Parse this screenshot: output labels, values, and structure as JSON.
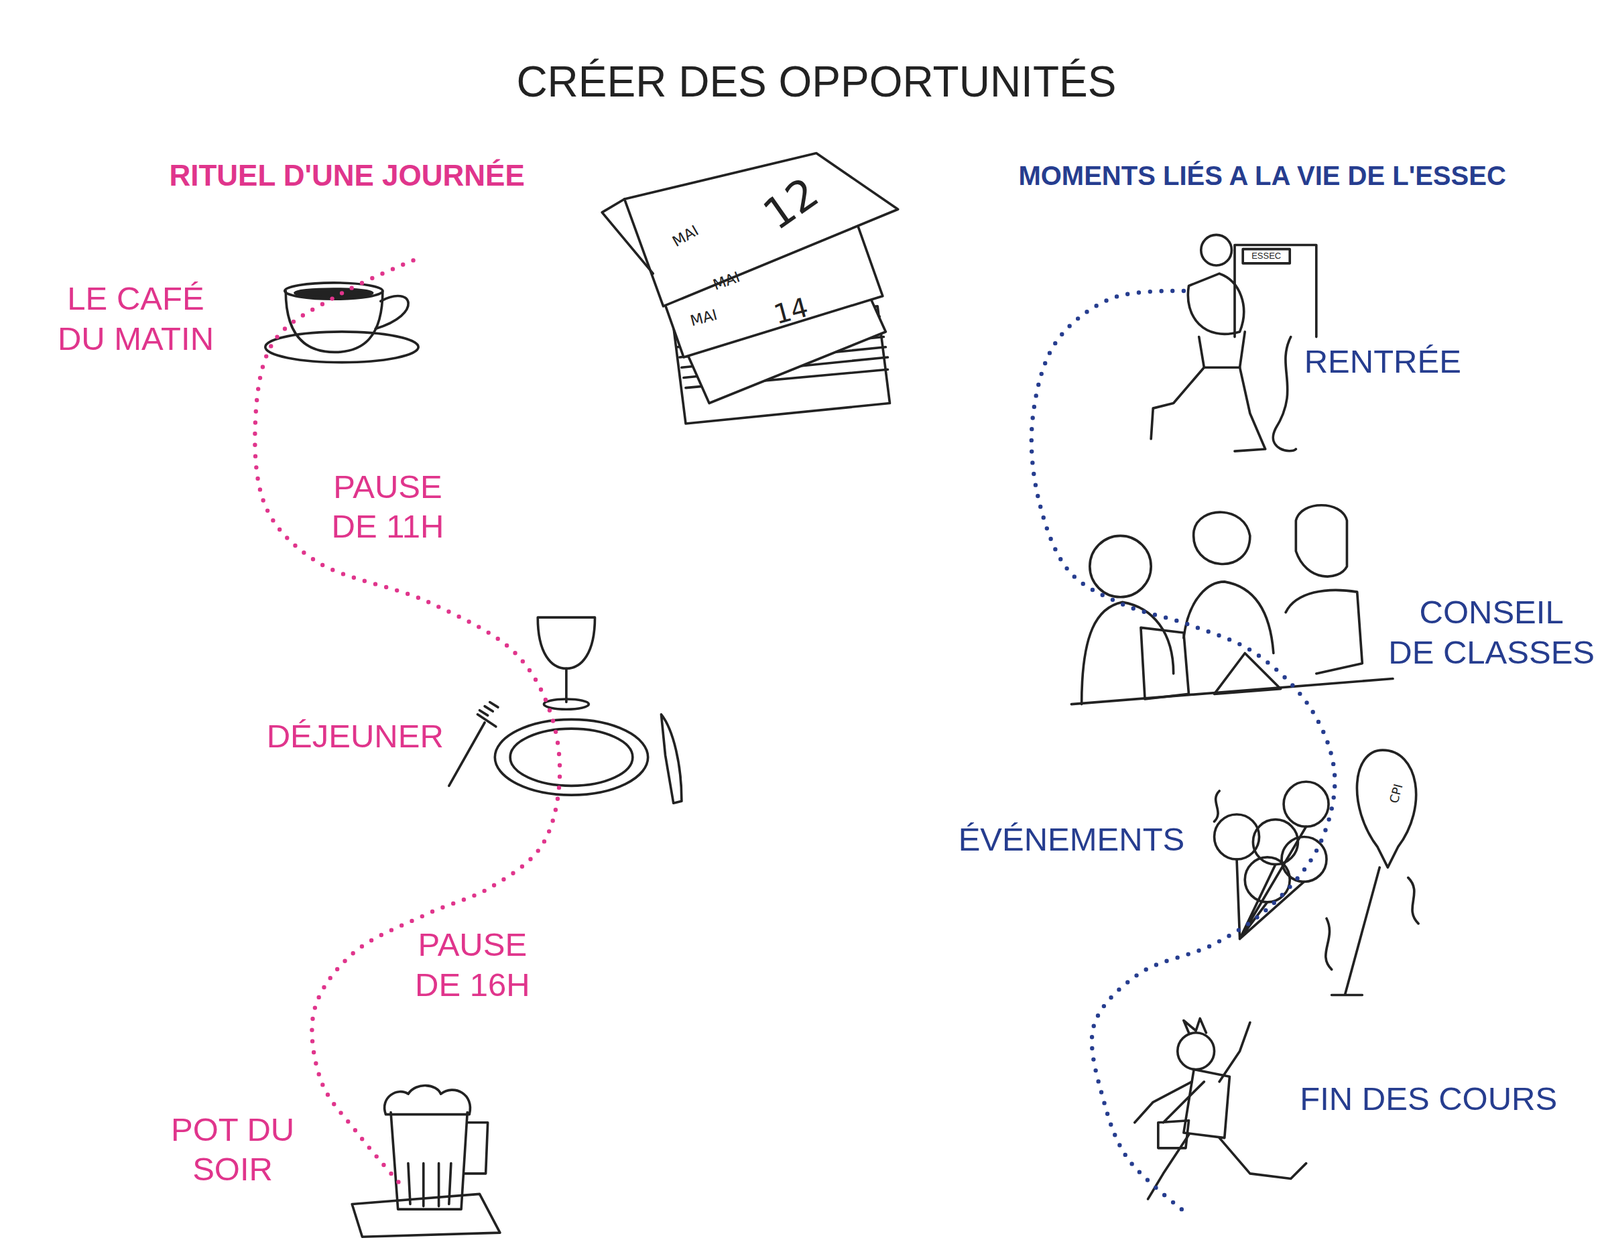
{
  "diagram": {
    "title": "CRÉER DES OPPORTUNITÉS",
    "labels": [
      "RITUEL D'UNE JOURNÉE",
      "12",
      "MAI",
      "MAI",
      "14",
      "MAI",
      "MOMENTS LIÉS A LA VIE DE L'ESSEC",
      "LE CAFÉ DU MATIN",
      "ESSEC",
      "RENTRÉE",
      "PAUSE DE 11H",
      "CONSEIL DE CLASSES",
      "DÉJEUNER",
      "CPI",
      "ÉVÉNEMENTS",
      "PAUSE DE 16H",
      "FIN DES COURS",
      "POT DU SOIR"
    ]
  }
}
